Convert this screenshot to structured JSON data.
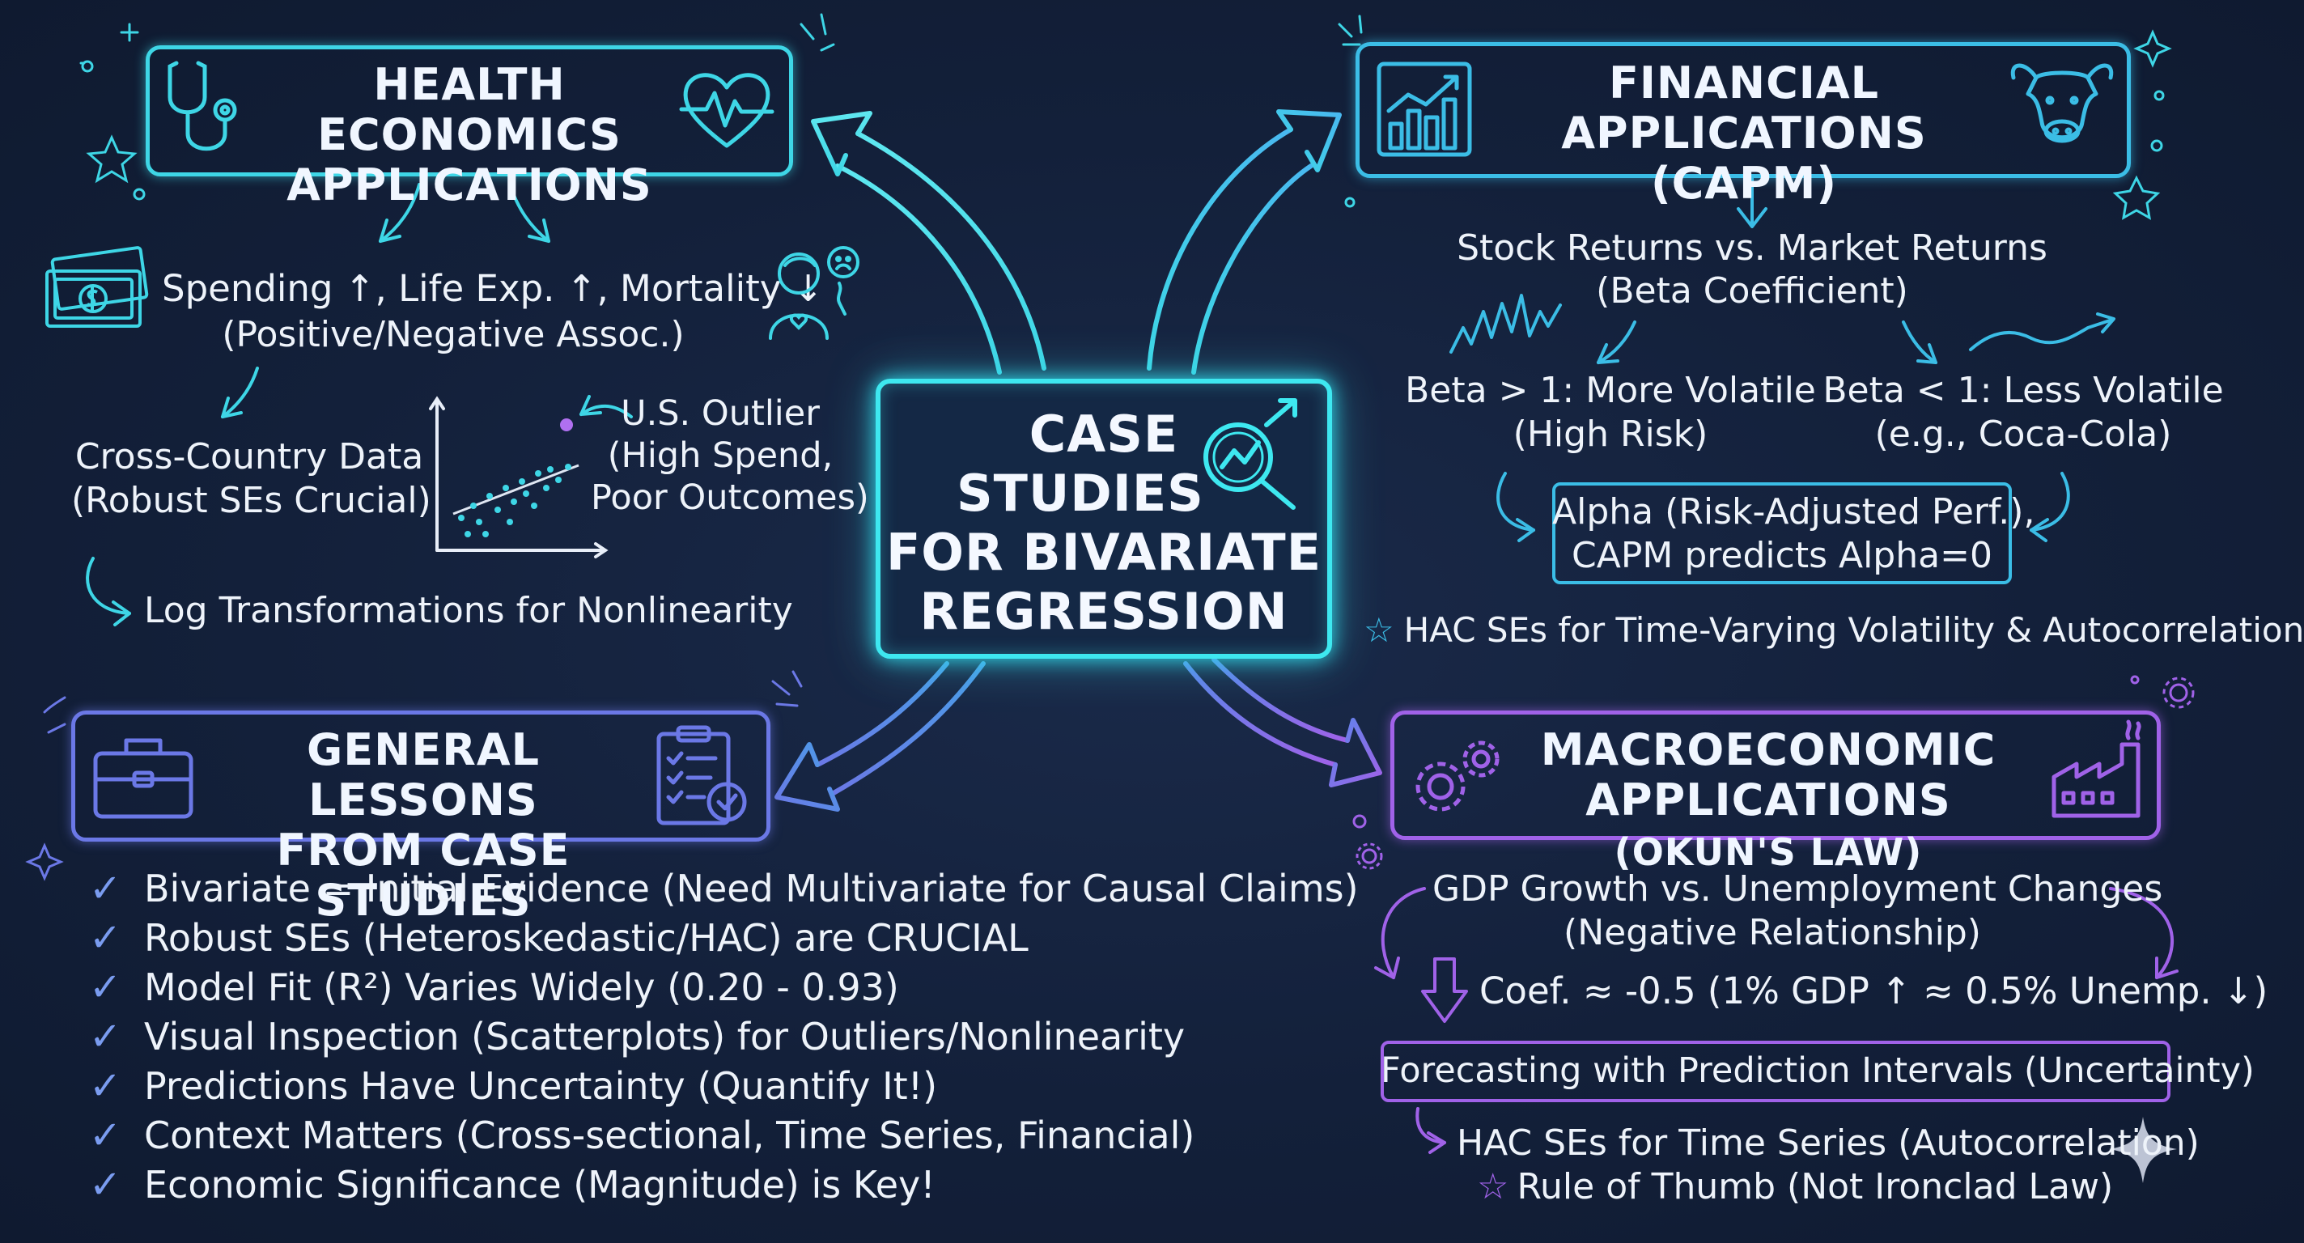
{
  "center": {
    "title_lines": [
      "CASE",
      "STUDIES",
      "FOR BIVARIATE",
      "REGRESSION"
    ]
  },
  "health": {
    "title_lines": [
      "HEALTH ECONOMICS",
      "APPLICATIONS"
    ],
    "line1": "Spending ↑, Life Exp. ↑, Mortality ↓",
    "line2": "(Positive/Negative Assoc.)",
    "cross_country_1": "Cross-Country Data",
    "cross_country_2": "(Robust SEs Crucial)",
    "outlier_1": "U.S. Outlier",
    "outlier_2": "(High Spend,",
    "outlier_3": "Poor Outcomes)",
    "log_note": "Log Transformations for Nonlinearity"
  },
  "finance": {
    "title_lines": [
      "FINANCIAL APPLICATIONS",
      "(CAPM)"
    ],
    "line1": "Stock Returns vs. Market Returns",
    "line2": "(Beta Coefficient)",
    "beta_high_1": "Beta > 1: More Volatile",
    "beta_high_2": "(High Risk)",
    "beta_low_1": "Beta < 1: Less Volatile",
    "beta_low_2": "(e.g., Coca-Cola)",
    "alpha_1": "Alpha (Risk-Adjusted Perf.),",
    "alpha_2": "CAPM predicts Alpha=0",
    "hac_note": "HAC SEs for Time-Varying Volatility & Autocorrelation"
  },
  "lessons": {
    "title_lines": [
      "GENERAL LESSONS",
      "FROM CASE STUDIES"
    ],
    "items": [
      "Bivariate = Initial Evidence (Need Multivariate for Causal Claims)",
      "Robust SEs (Heteroskedastic/HAC) are CRUCIAL",
      "Model Fit (R²) Varies Widely (0.20 - 0.93)",
      "Visual Inspection (Scatterplots) for Outliers/Nonlinearity",
      "Predictions Have Uncertainty (Quantify It!)",
      "Context Matters (Cross-sectional, Time Series, Financial)",
      "Economic Significance (Magnitude) is Key!"
    ]
  },
  "macro": {
    "title_line1": "MACROECONOMIC",
    "title_line2_main": "APPLICATIONS",
    "title_line2_paren": "(OKUN'S LAW)",
    "line1": "GDP Growth vs. Unemployment Changes",
    "line2": "(Negative Relationship)",
    "coef": "Coef. ≈ -0.5 (1% GDP ↑ ≈ 0.5% Unemp. ↓)",
    "forecast": "Forecasting with Prediction Intervals (Uncertainty)",
    "hac": "HAC SEs for Time Series (Autocorrelation)",
    "rule": "Rule of Thumb (Not Ironclad Law)"
  },
  "colors": {
    "background": "#13203a",
    "cyan": "#3ed6e6",
    "teal_blue": "#3bbde6",
    "indigo": "#6b78e6",
    "violet": "#a062e8"
  }
}
